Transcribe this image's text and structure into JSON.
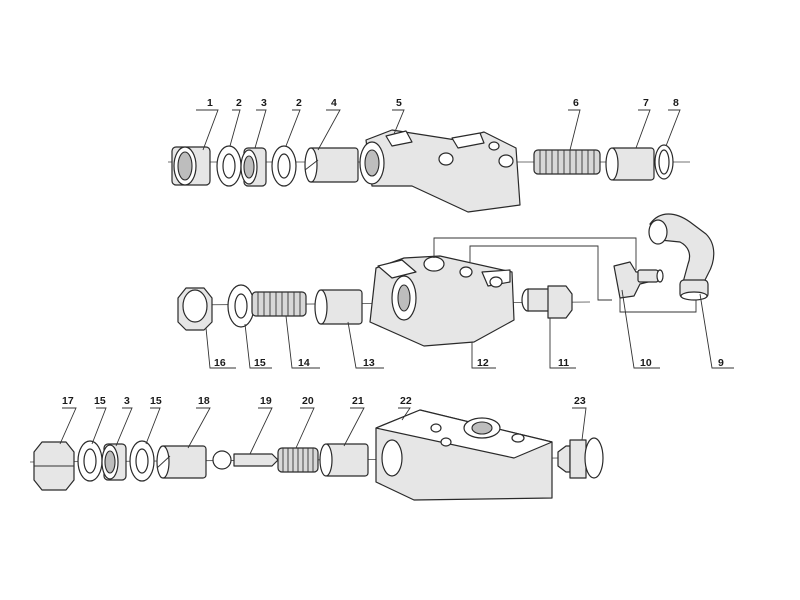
{
  "callouts": {
    "n1": "1",
    "n2a": "2",
    "n3a": "3",
    "n2b": "2",
    "n4": "4",
    "n5": "5",
    "n6": "6",
    "n7": "7",
    "n8": "8",
    "n9": "9",
    "n10": "10",
    "n11": "11",
    "n12": "12",
    "n13": "13",
    "n14": "14",
    "n15a": "15",
    "n16": "16",
    "n17": "17",
    "n15b": "15",
    "n3b": "3",
    "n15c": "15",
    "n18": "18",
    "n19": "19",
    "n20": "20",
    "n21": "21",
    "n22": "22",
    "n23": "23"
  }
}
